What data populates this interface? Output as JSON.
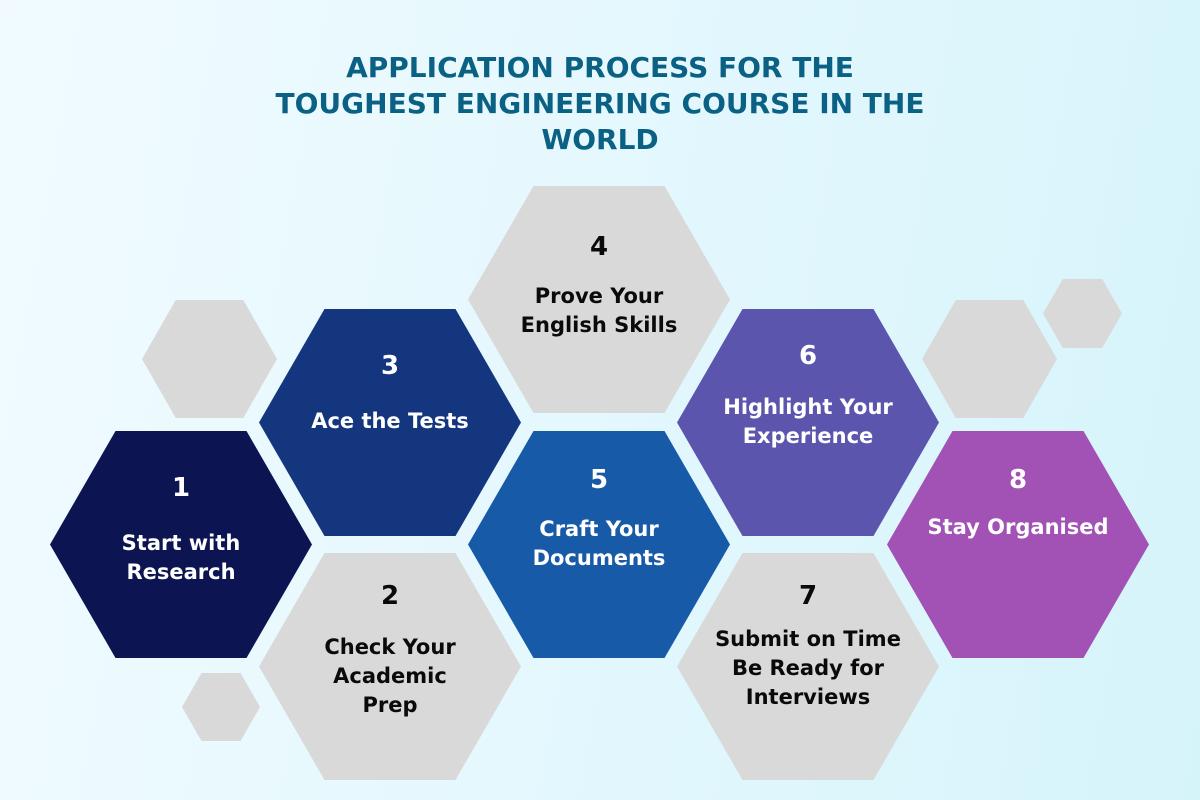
{
  "title": {
    "lines": [
      "APPLICATION PROCESS FOR THE",
      "TOUGHEST ENGINEERING COURSE IN THE",
      "WORLD"
    ],
    "color": "#0b6184"
  },
  "background": {
    "gradient_start": "#f1fbff",
    "gradient_end": "#d5f4fa"
  },
  "steps": [
    {
      "number": "1",
      "label": "Start with Research",
      "fill": "#0c1552",
      "text_color": "#ffffff"
    },
    {
      "number": "2",
      "label": "Check Your Academic Prep",
      "fill": "#d9d9d9",
      "text_color": "#0a0a0a"
    },
    {
      "number": "3",
      "label": "Ace the Tests",
      "fill": "#14367f",
      "text_color": "#ffffff"
    },
    {
      "number": "4",
      "label": "Prove Your English Skills",
      "fill": "#d9d9d9",
      "text_color": "#0a0a0a"
    },
    {
      "number": "5",
      "label": "Craft Your Documents",
      "fill": "#165aa8",
      "text_color": "#ffffff"
    },
    {
      "number": "6",
      "label": "Highlight Your Experience",
      "fill": "#5b55ae",
      "text_color": "#ffffff"
    },
    {
      "number": "7",
      "label": "Submit on Time Be Ready for Interviews",
      "fill": "#d9d9d9",
      "text_color": "#0a0a0a"
    },
    {
      "number": "8",
      "label": "Stay Organised",
      "fill": "#a251b4",
      "text_color": "#ffffff"
    }
  ],
  "decorative_hexagons": [
    {
      "fill": "#d9d9d9",
      "size": "medium"
    },
    {
      "fill": "#d9d9d9",
      "size": "small"
    },
    {
      "fill": "#d9d9d9",
      "size": "medium"
    },
    {
      "fill": "#d9d9d9",
      "size": "small"
    }
  ]
}
